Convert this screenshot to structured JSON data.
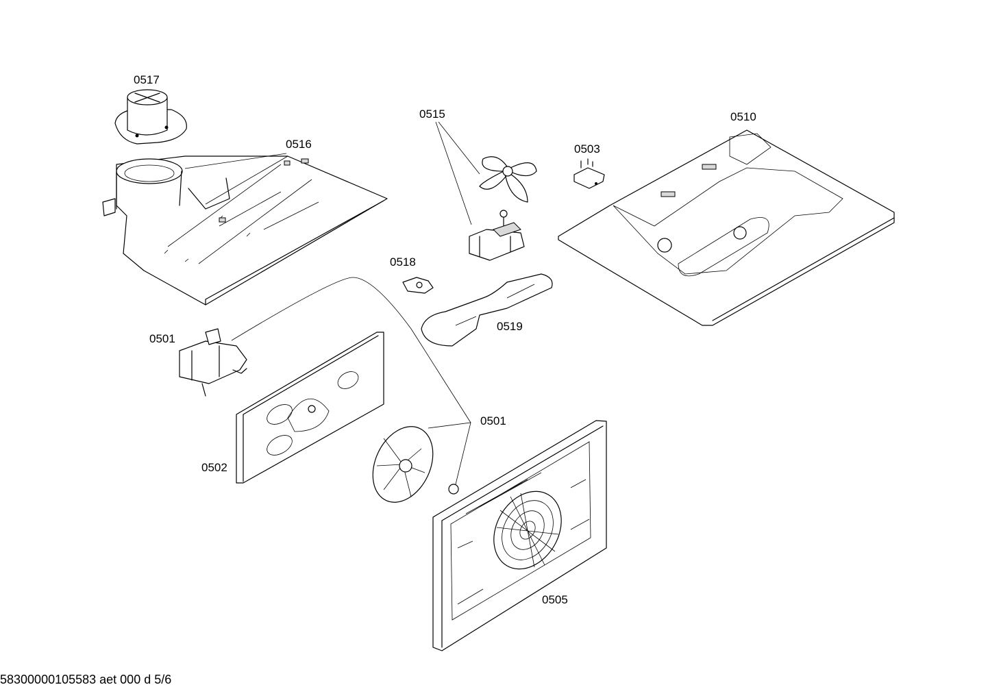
{
  "diagram": {
    "labels": {
      "p0517": "0517",
      "p0516": "0516",
      "p0515": "0515",
      "p0510": "0510",
      "p0503": "0503",
      "p0518": "0518",
      "p0519": "0519",
      "p0501a": "0501",
      "p0501b": "0501",
      "p0502": "0502",
      "p0505": "0505"
    },
    "footer": "58300000105583 aet 000 d 5/6"
  }
}
